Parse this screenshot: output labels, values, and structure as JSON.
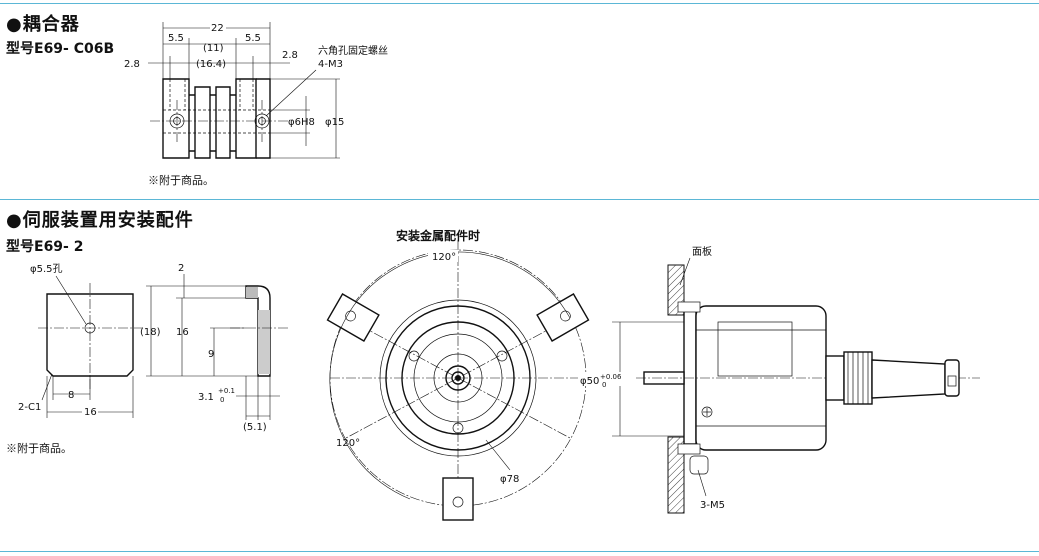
{
  "coupling": {
    "title": "●耦合器",
    "model": "型号E69- C06B",
    "hole_label": "六角孔固定螺丝",
    "screw_spec": "4-M3",
    "dims": {
      "overall": "22",
      "left": "5.5",
      "right": "5.5",
      "inner": "(11)",
      "span": "(16.4)",
      "edge_left": "2.8",
      "edge_right": "2.8",
      "bore": "φ6H8",
      "outer": "φ15"
    },
    "note": "※附于商品。"
  },
  "servo": {
    "title": "●伺服装置用安装配件",
    "model": "型号E69- 2",
    "note": "※附于商品。",
    "front": {
      "hole": "φ5.5孔",
      "chamfer": "2-C1",
      "w_inner": "8",
      "w_total": "16"
    },
    "side": {
      "top": "2",
      "height_outer": "(18)",
      "height": "16",
      "mid": "9",
      "slot": "3.1",
      "slot_tol_up": "+0.1",
      "slot_tol_lo": "0",
      "depth": "(5.1)"
    },
    "mount": {
      "title": "安装金属配件时",
      "angle_top": "120°",
      "angle_left": "120°",
      "diameter": "φ78"
    },
    "side_mount": {
      "panel": "面板",
      "shaft": "φ50",
      "shaft_tol_up": "+0.06",
      "shaft_tol_lo": "0",
      "screws": "3-M5"
    }
  }
}
